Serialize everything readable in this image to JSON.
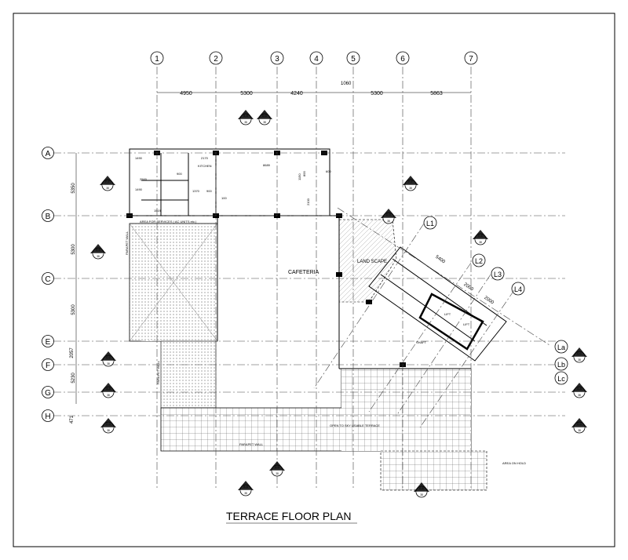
{
  "title": "TERRACE FLOOR PLAN",
  "grid_columns": [
    "1",
    "2",
    "3",
    "4",
    "5",
    "6",
    "7"
  ],
  "grid_rows": [
    "A",
    "B",
    "C",
    "E",
    "F",
    "G",
    "H"
  ],
  "skew_grid": [
    "L1",
    "L2",
    "L3",
    "L4"
  ],
  "skew_rows": [
    "La",
    "Lb",
    "Lc"
  ],
  "column_spacing": [
    "4950",
    "5300",
    "4240",
    "5300",
    "5863"
  ],
  "col4_offset": "1060",
  "row_spacing": [
    "5350",
    "5300",
    "5300",
    "2057",
    "5230",
    "471"
  ],
  "skew_dims": [
    "5400",
    "2000",
    "2000"
  ],
  "room_labels": {
    "cafeteria": "CAFETERIA",
    "landscape": "LAND SCAPE",
    "services": "AREA FOR SERVICES ( AC UNITS etc.)",
    "parapet_wall_1": "PARAPET WALL",
    "parapet_wall_2": "PARAPET WALL",
    "parapet_wall_3": "PARAPET WALL",
    "open_terrace": "OPEN TO SKY USABLE TERRACE",
    "area_on_hold": "AREA ON HOLD",
    "kitchen": "KITCHEN",
    "lift_1": "LIFT",
    "lift_2": "LIFT",
    "shaft": "SHAFT"
  },
  "small_dims": {
    "d1490a": "1490",
    "d1490b": "1490",
    "d2500": "2500",
    "d1519": "1519",
    "d2170": "2170",
    "d8689": "8689",
    "d600": "600",
    "d1370": "1370",
    "d900a": "900",
    "d900b": "900",
    "d100": "100",
    "d2100": "2100",
    "d1150": "1150",
    "d800": "800"
  },
  "section_markers": [
    "B-B",
    "F-F",
    "E-E",
    "A-A",
    "C-C",
    "D-D"
  ],
  "sheet_ref": "38"
}
